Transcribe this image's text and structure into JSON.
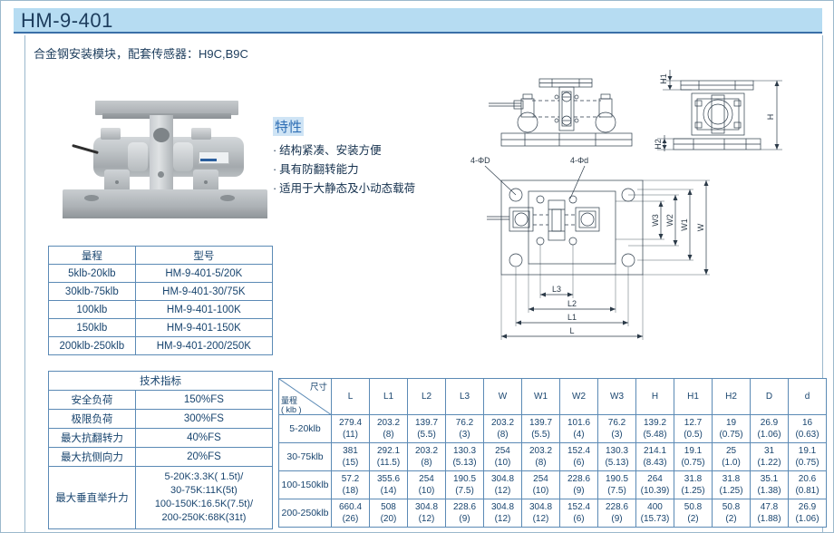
{
  "header": {
    "title": "HM-9-401",
    "subtitle": "合金钢安装模块，配套传感器：H9C,B9C"
  },
  "colors": {
    "header_band": "#b6dcf2",
    "header_underline": "#3a6fa8",
    "table_border": "#5b8ab5",
    "text": "#19456f",
    "accent": "#2f6fb5"
  },
  "features": {
    "title": "特性",
    "bullet": "·",
    "items": [
      "结构紧凑、安装方便",
      "具有防翻转能力",
      "适用于大静态及小动态载荷"
    ]
  },
  "photo": {
    "alt_name": "product-photo-mounting-module"
  },
  "model_table": {
    "headers": [
      "量程",
      "型号"
    ],
    "rows": [
      [
        "5klb-20klb",
        "HM-9-401-5/20K"
      ],
      [
        "30klb-75klb",
        "HM-9-401-30/75K"
      ],
      [
        "100klb",
        "HM-9-401-100K"
      ],
      [
        "150klb",
        "HM-9-401-150K"
      ],
      [
        "200klb-250klb",
        "HM-9-401-200/250K"
      ]
    ]
  },
  "spec_table": {
    "title": "技术指标",
    "rows": [
      {
        "label": "安全负荷",
        "value": "150%FS"
      },
      {
        "label": "极限负荷",
        "value": "300%FS"
      },
      {
        "label": "最大抗翻转力",
        "value": "40%FS"
      },
      {
        "label": "最大抗侧向力",
        "value": "20%FS"
      }
    ],
    "lift": {
      "label": "最大垂直举升力",
      "lines": [
        "5-20K:3.3K( 1.5t)/",
        "30-75K:11K(5t)",
        "100-150K:16.5K(7.5t)/",
        "200-250K:68K(31t)"
      ]
    }
  },
  "dim_table": {
    "corner": {
      "top": "尺寸",
      "bottom_line1": "量程",
      "bottom_line2": "( klb )"
    },
    "columns": [
      "L",
      "L1",
      "L2",
      "L3",
      "W",
      "W1",
      "W2",
      "W3",
      "H",
      "H1",
      "H2",
      "D",
      "d"
    ],
    "rows": [
      {
        "capacity": "5-20klb",
        "values": [
          {
            "mm": "279.4",
            "in": "(11)"
          },
          {
            "mm": "203.2",
            "in": "(8)"
          },
          {
            "mm": "139.7",
            "in": "(5.5)"
          },
          {
            "mm": "76.2",
            "in": "(3)"
          },
          {
            "mm": "203.2",
            "in": "(8)"
          },
          {
            "mm": "139.7",
            "in": "(5.5)"
          },
          {
            "mm": "101.6",
            "in": "(4)"
          },
          {
            "mm": "76.2",
            "in": "(3)"
          },
          {
            "mm": "139.2",
            "in": "(5.48)"
          },
          {
            "mm": "12.7",
            "in": "(0.5)"
          },
          {
            "mm": "19",
            "in": "(0.75)"
          },
          {
            "mm": "26.9",
            "in": "(1.06)"
          },
          {
            "mm": "16",
            "in": "(0.63)"
          }
        ]
      },
      {
        "capacity": "30-75klb",
        "values": [
          {
            "mm": "381",
            "in": "(15)"
          },
          {
            "mm": "292.1",
            "in": "(11.5)"
          },
          {
            "mm": "203.2",
            "in": "(8)"
          },
          {
            "mm": "130.3",
            "in": "(5.13)"
          },
          {
            "mm": "254",
            "in": "(10)"
          },
          {
            "mm": "203.2",
            "in": "(8)"
          },
          {
            "mm": "152.4",
            "in": "(6)"
          },
          {
            "mm": "130.3",
            "in": "(5.13)"
          },
          {
            "mm": "214.1",
            "in": "(8.43)"
          },
          {
            "mm": "19.1",
            "in": "(0.75)"
          },
          {
            "mm": "25",
            "in": "(1.0)"
          },
          {
            "mm": "31",
            "in": "(1.22)"
          },
          {
            "mm": "19.1",
            "in": "(0.75)"
          }
        ]
      },
      {
        "capacity": "100-150klb",
        "values": [
          {
            "mm": "57.2",
            "in": "(18)"
          },
          {
            "mm": "355.6",
            "in": "(14)"
          },
          {
            "mm": "254",
            "in": "(10)"
          },
          {
            "mm": "190.5",
            "in": "(7.5)"
          },
          {
            "mm": "304.8",
            "in": "(12)"
          },
          {
            "mm": "254",
            "in": "(10)"
          },
          {
            "mm": "228.6",
            "in": "(9)"
          },
          {
            "mm": "190.5",
            "in": "(7.5)"
          },
          {
            "mm": "264",
            "in": "(10.39)"
          },
          {
            "mm": "31.8",
            "in": "(1.25)"
          },
          {
            "mm": "31.8",
            "in": "(1.25)"
          },
          {
            "mm": "35.1",
            "in": "(1.38)"
          },
          {
            "mm": "20.6",
            "in": "(0.81)"
          }
        ]
      },
      {
        "capacity": "200-250klb",
        "values": [
          {
            "mm": "660.4",
            "in": "(26)"
          },
          {
            "mm": "508",
            "in": "(20)"
          },
          {
            "mm": "304.8",
            "in": "(12)"
          },
          {
            "mm": "228.6",
            "in": "(9)"
          },
          {
            "mm": "304.8",
            "in": "(12)"
          },
          {
            "mm": "304.8",
            "in": "(12)"
          },
          {
            "mm": "152.4",
            "in": "(6)"
          },
          {
            "mm": "228.6",
            "in": "(9)"
          },
          {
            "mm": "400",
            "in": "(15.73)"
          },
          {
            "mm": "50.8",
            "in": "(2)"
          },
          {
            "mm": "50.8",
            "in": "(2)"
          },
          {
            "mm": "47.8",
            "in": "(1.88)"
          },
          {
            "mm": "26.9",
            "in": "(1.06)"
          }
        ]
      }
    ]
  },
  "drawings": {
    "front_view": {
      "name": "front-elevation-view"
    },
    "side_view": {
      "name": "side-elevation-view",
      "labels": [
        "H1",
        "H2",
        "H"
      ]
    },
    "top_view": {
      "name": "top-plan-view",
      "callouts": [
        "4-ΦD",
        "4-Φd"
      ],
      "horizontal_dims": [
        "L3",
        "L2",
        "L1",
        "L"
      ],
      "vertical_dims": [
        "W3",
        "W2",
        "W1",
        "W"
      ]
    }
  }
}
